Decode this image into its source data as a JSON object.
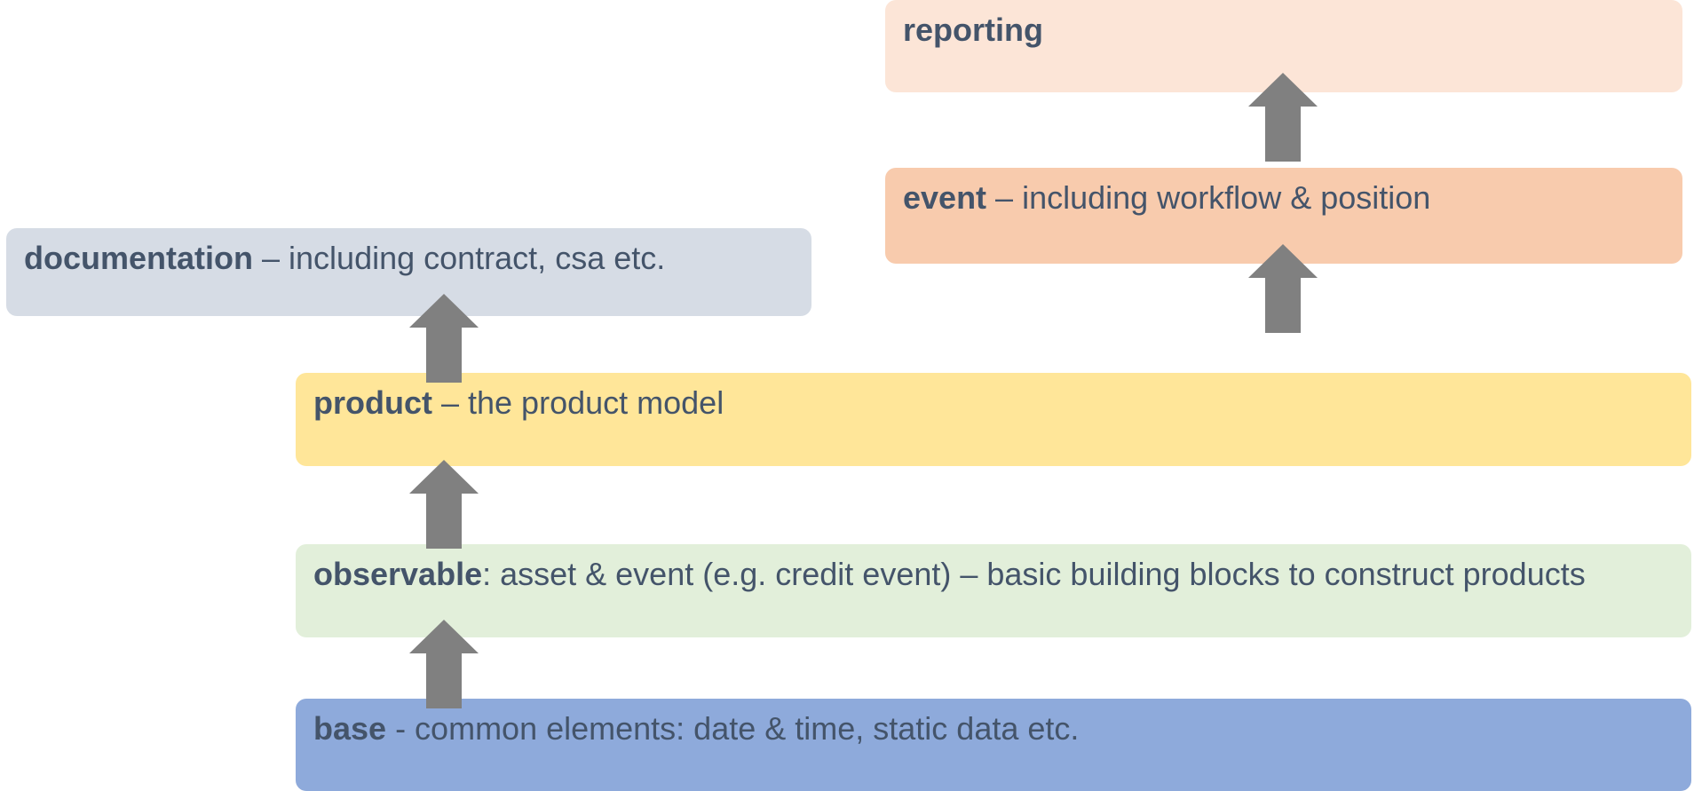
{
  "layers": {
    "reporting": {
      "keyword": "reporting",
      "description": ""
    },
    "event": {
      "keyword": "event",
      "description": " – including workflow & position"
    },
    "documentation": {
      "keyword": "documentation",
      "description": " – including contract, csa etc."
    },
    "product": {
      "keyword": "product",
      "description": " – the product model"
    },
    "observable": {
      "keyword": "observable",
      "description": ": asset & event (e.g. credit event) – basic building blocks to construct products"
    },
    "base": {
      "keyword": "base",
      "description": " - common elements: date & time, static data etc."
    }
  },
  "colors": {
    "text": "#44546a",
    "arrow": "#808080",
    "reporting": "#fce5d7",
    "event": "#f8cbad",
    "documentation": "#d6dce5",
    "product": "#ffe699",
    "observable": "#e2efda",
    "base": "#8eaadb"
  },
  "arrows": [
    {
      "from": "event",
      "to": "reporting"
    },
    {
      "from": "product",
      "to": "event"
    },
    {
      "from": "product",
      "to": "documentation"
    },
    {
      "from": "observable",
      "to": "product"
    },
    {
      "from": "base",
      "to": "observable"
    }
  ]
}
